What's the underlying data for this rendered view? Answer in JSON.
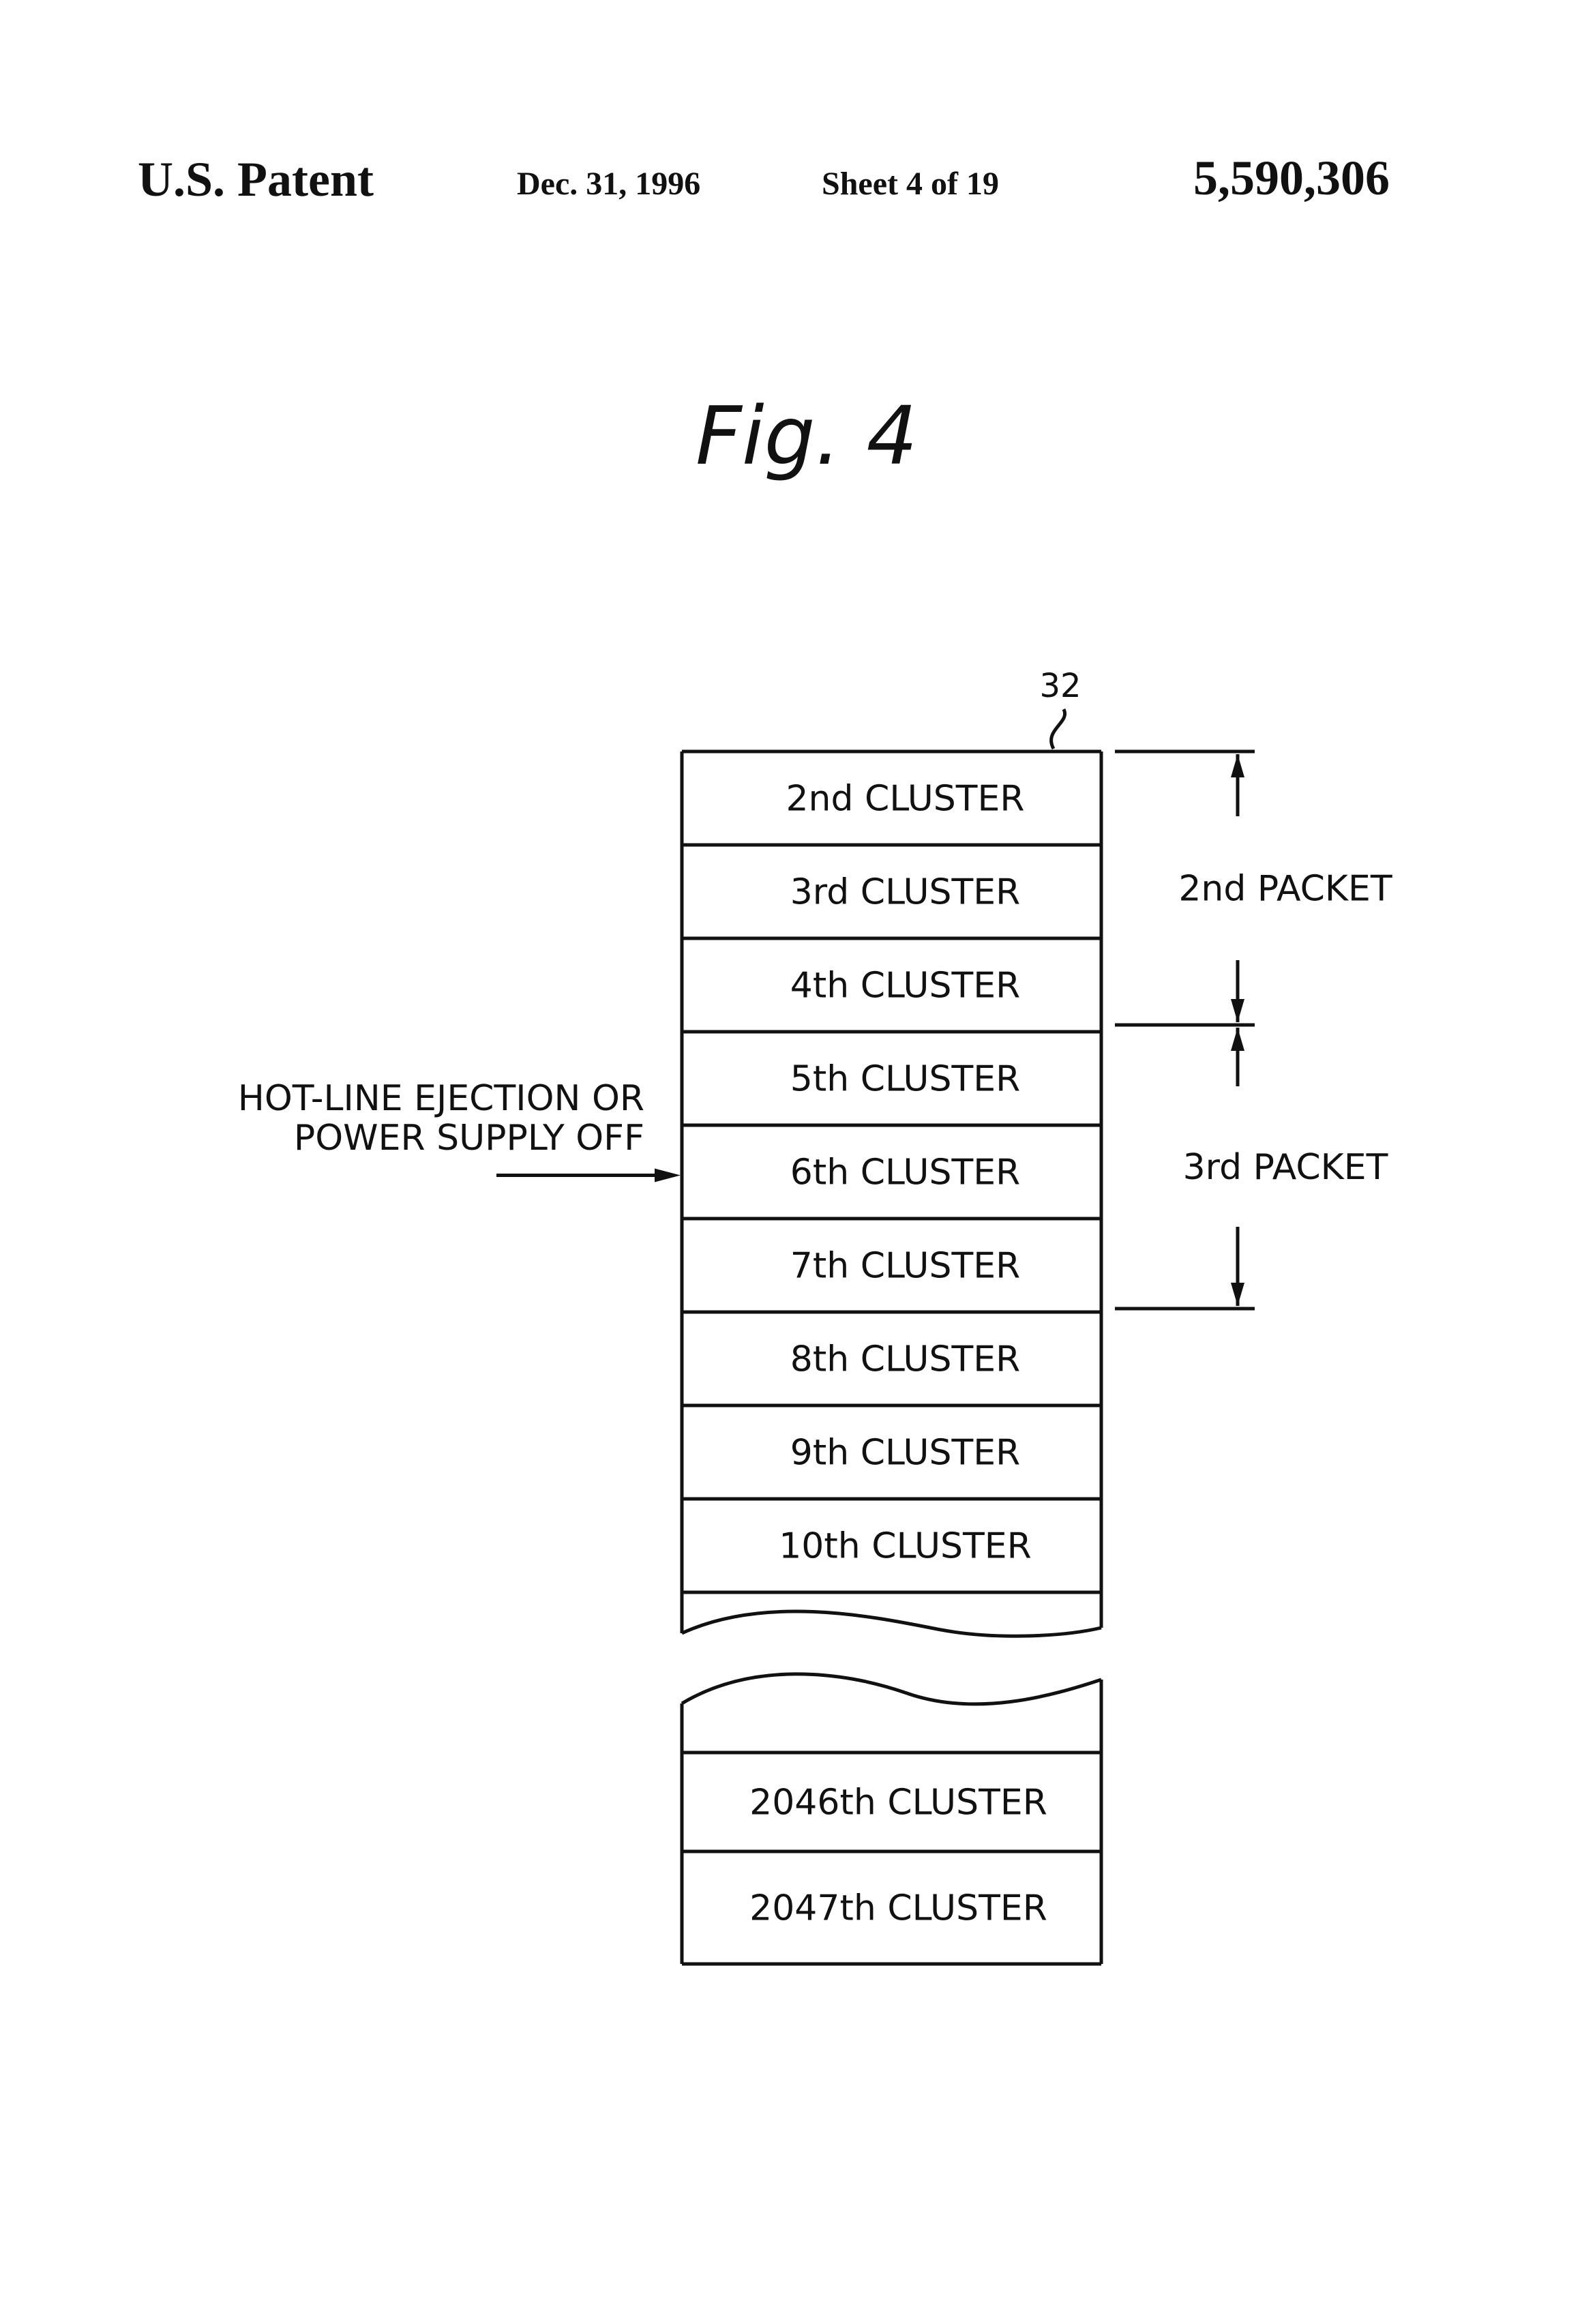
{
  "header": {
    "patent_label": "U.S. Patent",
    "date": "Dec. 31, 1996",
    "sheet": "Sheet 4 of 19",
    "patent_number": "5,590,306"
  },
  "figure": {
    "title": "Fig. 4",
    "reference_numeral": "32",
    "clusters_upper": [
      "2nd CLUSTER",
      "3rd CLUSTER",
      "4th CLUSTER",
      "5th CLUSTER",
      "6th CLUSTER",
      "7th CLUSTER",
      "8th CLUSTER",
      "9th CLUSTER",
      "10th CLUSTER"
    ],
    "clusters_lower": [
      "2046th CLUSTER",
      "2047th CLUSTER"
    ],
    "packets": [
      {
        "label": "2nd PACKET"
      },
      {
        "label": "3rd PACKET"
      }
    ],
    "event_label_line1": "HOT-LINE EJECTION OR",
    "event_label_line2": "POWER SUPPLY OFF"
  }
}
